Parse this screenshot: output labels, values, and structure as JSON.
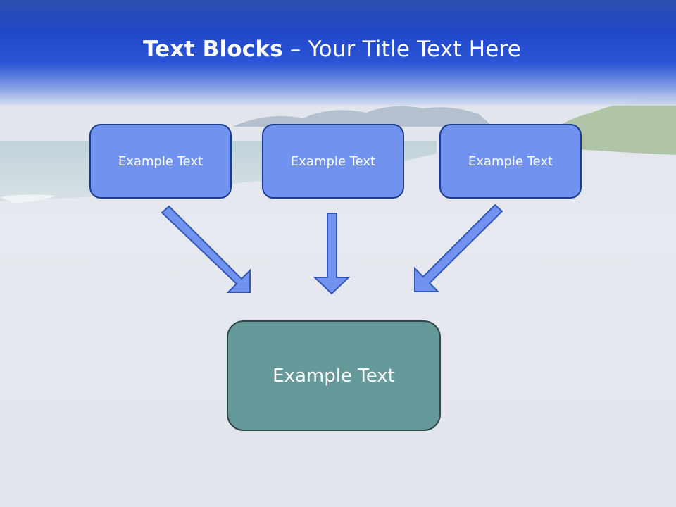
{
  "title": {
    "bold_part": "Text Blocks",
    "separator": "–",
    "rest": "Your Title Text Here"
  },
  "blocks": {
    "top": [
      {
        "label": "Example Text"
      },
      {
        "label": "Example Text"
      },
      {
        "label": "Example Text"
      }
    ],
    "bottom": {
      "label": "Example Text"
    }
  },
  "colors": {
    "header_blue": "#2148c8",
    "top_box_fill": "#7192ee",
    "top_box_border": "#1d3c8f",
    "bottom_box_fill": "#66999a",
    "bottom_box_border": "#2f4849",
    "arrow_fill": "#7192ee",
    "arrow_stroke": "#3456b8"
  }
}
